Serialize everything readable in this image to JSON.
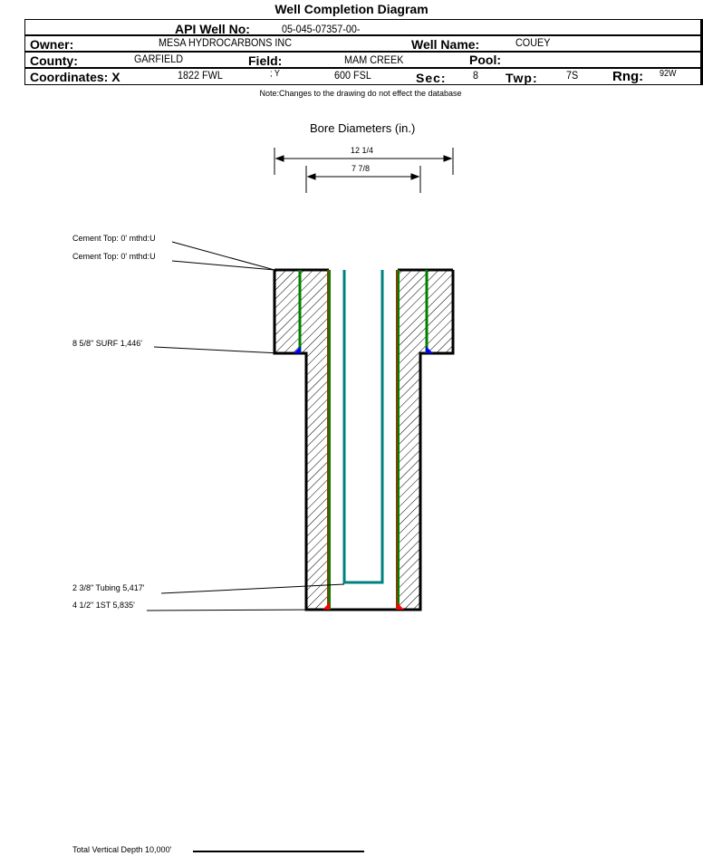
{
  "title": "Well Completion Diagram",
  "header": {
    "api_label": "API Well No:",
    "api_value": "05-045-07357-00-",
    "owner_label": "Owner:",
    "owner_value": "MESA HYDROCARBONS INC",
    "well_name_label": "Well Name:",
    "well_name_value": "COUEY",
    "county_label": "County:",
    "county_value": "GARFIELD",
    "field_label": "Field:",
    "field_value": "MAM CREEK",
    "pool_label": "Pool:",
    "pool_value": "",
    "coords_label": "Coordinates: X",
    "x_value": "1822 FWL",
    "y_label": "; Y",
    "y_value": "600 FSL",
    "sec_label": "Sec:",
    "sec_value": "8",
    "twp_label": "Twp:",
    "twp_value": "7S",
    "rng_label": "Rng:",
    "rng_value": "92W"
  },
  "note": "Note:Changes to the drawing do not effect the database",
  "diagram": {
    "bore_title": "Bore Diameters (in.)",
    "bore_outer": "12 1/4",
    "bore_inner": "7 7/8",
    "labels": [
      "Cement Top: 0' mthd:U",
      "Cement Top: 0' mthd:U",
      "8 5/8\" SURF 1,446'",
      "2 3/8\" Tubing 5,417'",
      "4 1/2\" 1ST 5,835'"
    ],
    "tvd": "Total Vertical Depth 10,000'",
    "colors": {
      "casing": "#008000",
      "liner": "#ff0000",
      "tubing": "#008080",
      "cement_shoe": "#0000ff"
    }
  }
}
